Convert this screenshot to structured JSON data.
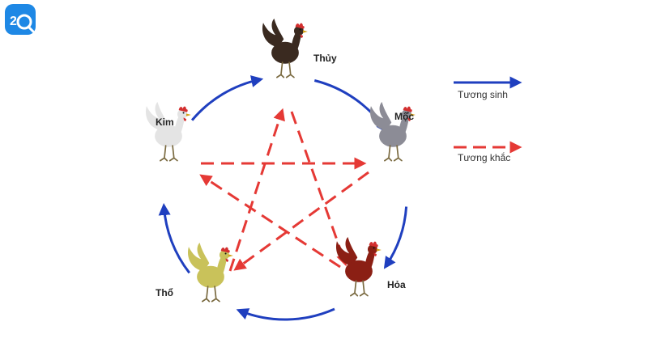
{
  "logo": {
    "icon": "logo-icon",
    "color": "#1e88e5"
  },
  "colors": {
    "generating": "#1f3fbf",
    "overcoming": "#e53935"
  },
  "nodes": [
    {
      "id": "thuy",
      "label": "Thủy",
      "icon": "rooster-icon",
      "body_color": "#3a2a20"
    },
    {
      "id": "moc",
      "label": "Mộc",
      "icon": "rooster-icon",
      "body_color": "#8c8c96"
    },
    {
      "id": "hoa",
      "label": "Hỏa",
      "icon": "rooster-icon",
      "body_color": "#8b1f14"
    },
    {
      "id": "tho",
      "label": "Thổ",
      "icon": "rooster-icon",
      "body_color": "#c9c25a"
    },
    {
      "id": "kim",
      "label": "Kim",
      "icon": "rooster-icon",
      "body_color": "#e4e4e4"
    }
  ],
  "legend": {
    "generating_label": "Tương sinh",
    "overcoming_label": "Tương khắc"
  }
}
